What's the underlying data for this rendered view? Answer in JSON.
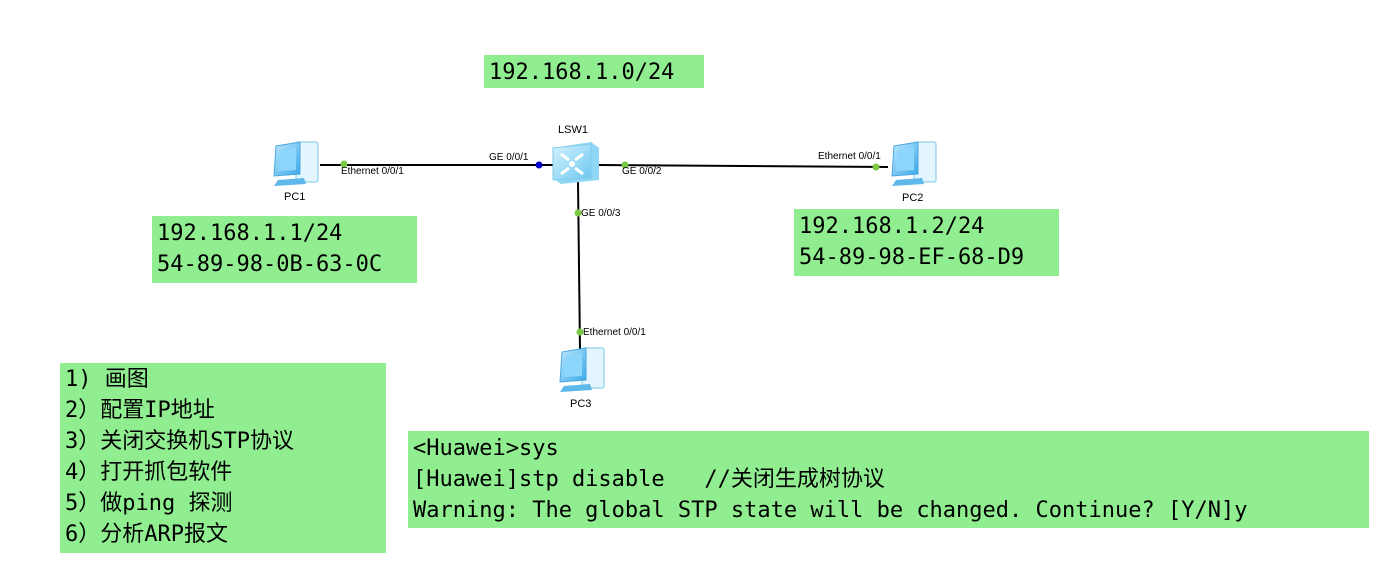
{
  "network": {
    "subnet": "192.168.1.0/24"
  },
  "devices": {
    "switch": {
      "name": "LSW1",
      "ports": [
        "GE 0/0/1",
        "GE 0/0/2",
        "GE 0/0/3"
      ]
    },
    "pc1": {
      "name": "PC1",
      "port": "Ethernet 0/0/1",
      "ip": "192.168.1.1/24",
      "mac": "54-89-98-0B-63-0C"
    },
    "pc2": {
      "name": "PC2",
      "port": "Ethernet 0/0/1",
      "ip": "192.168.1.2/24",
      "mac": "54-89-98-EF-68-D9"
    },
    "pc3": {
      "name": "PC3",
      "port": "Ethernet 0/0/1"
    }
  },
  "steps": [
    "1) 画图",
    "2）配置IP地址",
    "3）关闭交换机STP协议",
    "4）打开抓包软件",
    "5）做ping 探测",
    "6）分析ARP报文"
  ],
  "cli": [
    "<Huawei>sys",
    "[Huawei]stp disable   //关闭生成树协议",
    "Warning: The global STP state will be changed. Continue? [Y/N]y"
  ],
  "colors": {
    "highlight": "#90ee90",
    "link": "#000000",
    "port_up": "#7ac943",
    "port_blue": "#0000cc"
  }
}
